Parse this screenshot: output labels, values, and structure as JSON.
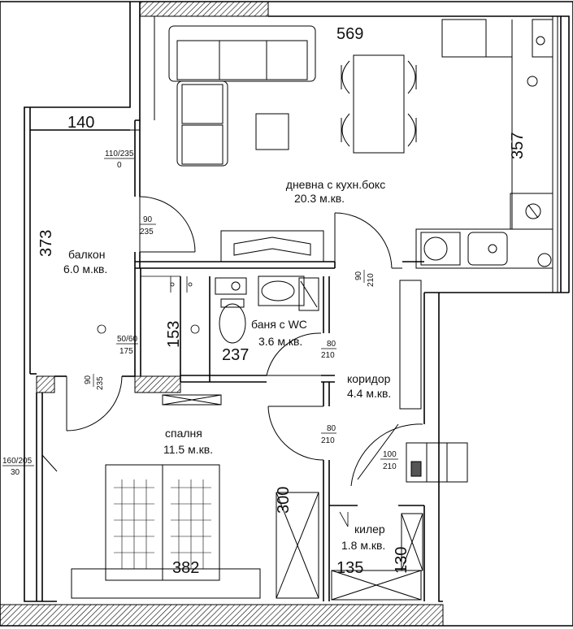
{
  "rooms": {
    "living": {
      "name": "дневна с кухн.бокс",
      "area": "20.3 м.кв."
    },
    "balcony": {
      "name": "балкон",
      "area": "6.0 м.кв."
    },
    "bath": {
      "name": "баня с WC",
      "area": "3.6 м.кв."
    },
    "corridor": {
      "name": "коридор",
      "area": "4.4 м.кв."
    },
    "bedroom": {
      "name": "спалня",
      "area": "11.5 м.кв."
    },
    "closet": {
      "name": "килер",
      "area": "1.8 м.кв."
    }
  },
  "dimensions": {
    "living_width": "569",
    "living_depth": "357",
    "balcony_width": "140",
    "balcony_length": "373",
    "bath_depth": "153",
    "bath_width": "237",
    "bedroom_depth": "300",
    "bedroom_width": "382",
    "closet_width": "135",
    "closet_depth": "130"
  },
  "openings": {
    "balcony_window_w": "110/235",
    "balcony_window_h": "0",
    "living_door_w": "90",
    "living_door_h": "235",
    "entry_door_w": "90",
    "entry_door_h": "210",
    "small_window_w": "50/60",
    "small_window_h": "175",
    "bath_door_w": "80",
    "bath_door_h": "210",
    "bedroom_balcony_door_w": "90",
    "bedroom_balcony_door_h": "235",
    "bedroom_door_w": "80",
    "bedroom_door_h": "210",
    "closet_door_w": "100",
    "closet_door_h": "210",
    "bedroom_window_w": "160/205",
    "bedroom_window_h": "30"
  },
  "colors": {
    "line": "#000000",
    "wall_hatch": "#9a9a9a",
    "background": "#ffffff"
  }
}
